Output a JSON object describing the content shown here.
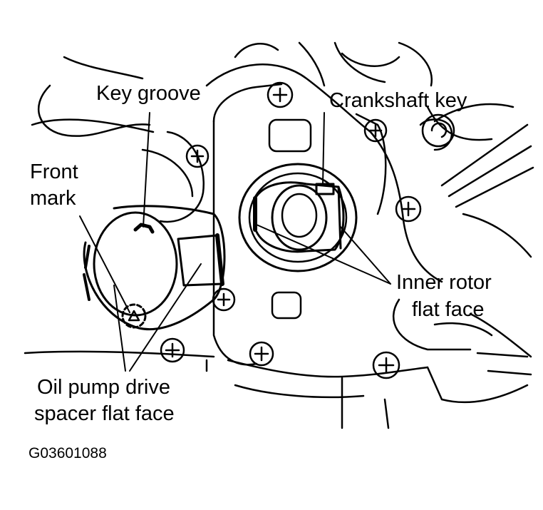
{
  "labels": {
    "key_groove": "Key groove",
    "crankshaft_key": "Crankshaft key",
    "front_mark_line1": "Front",
    "front_mark_line2": "mark",
    "inner_rotor_line1": "Inner rotor",
    "inner_rotor_line2": "flat face",
    "spacer_line1": "Oil pump drive",
    "spacer_line2": "spacer flat face"
  },
  "figure_code": "G03601088",
  "colors": {
    "ink": "#000000",
    "paper": "#ffffff"
  }
}
